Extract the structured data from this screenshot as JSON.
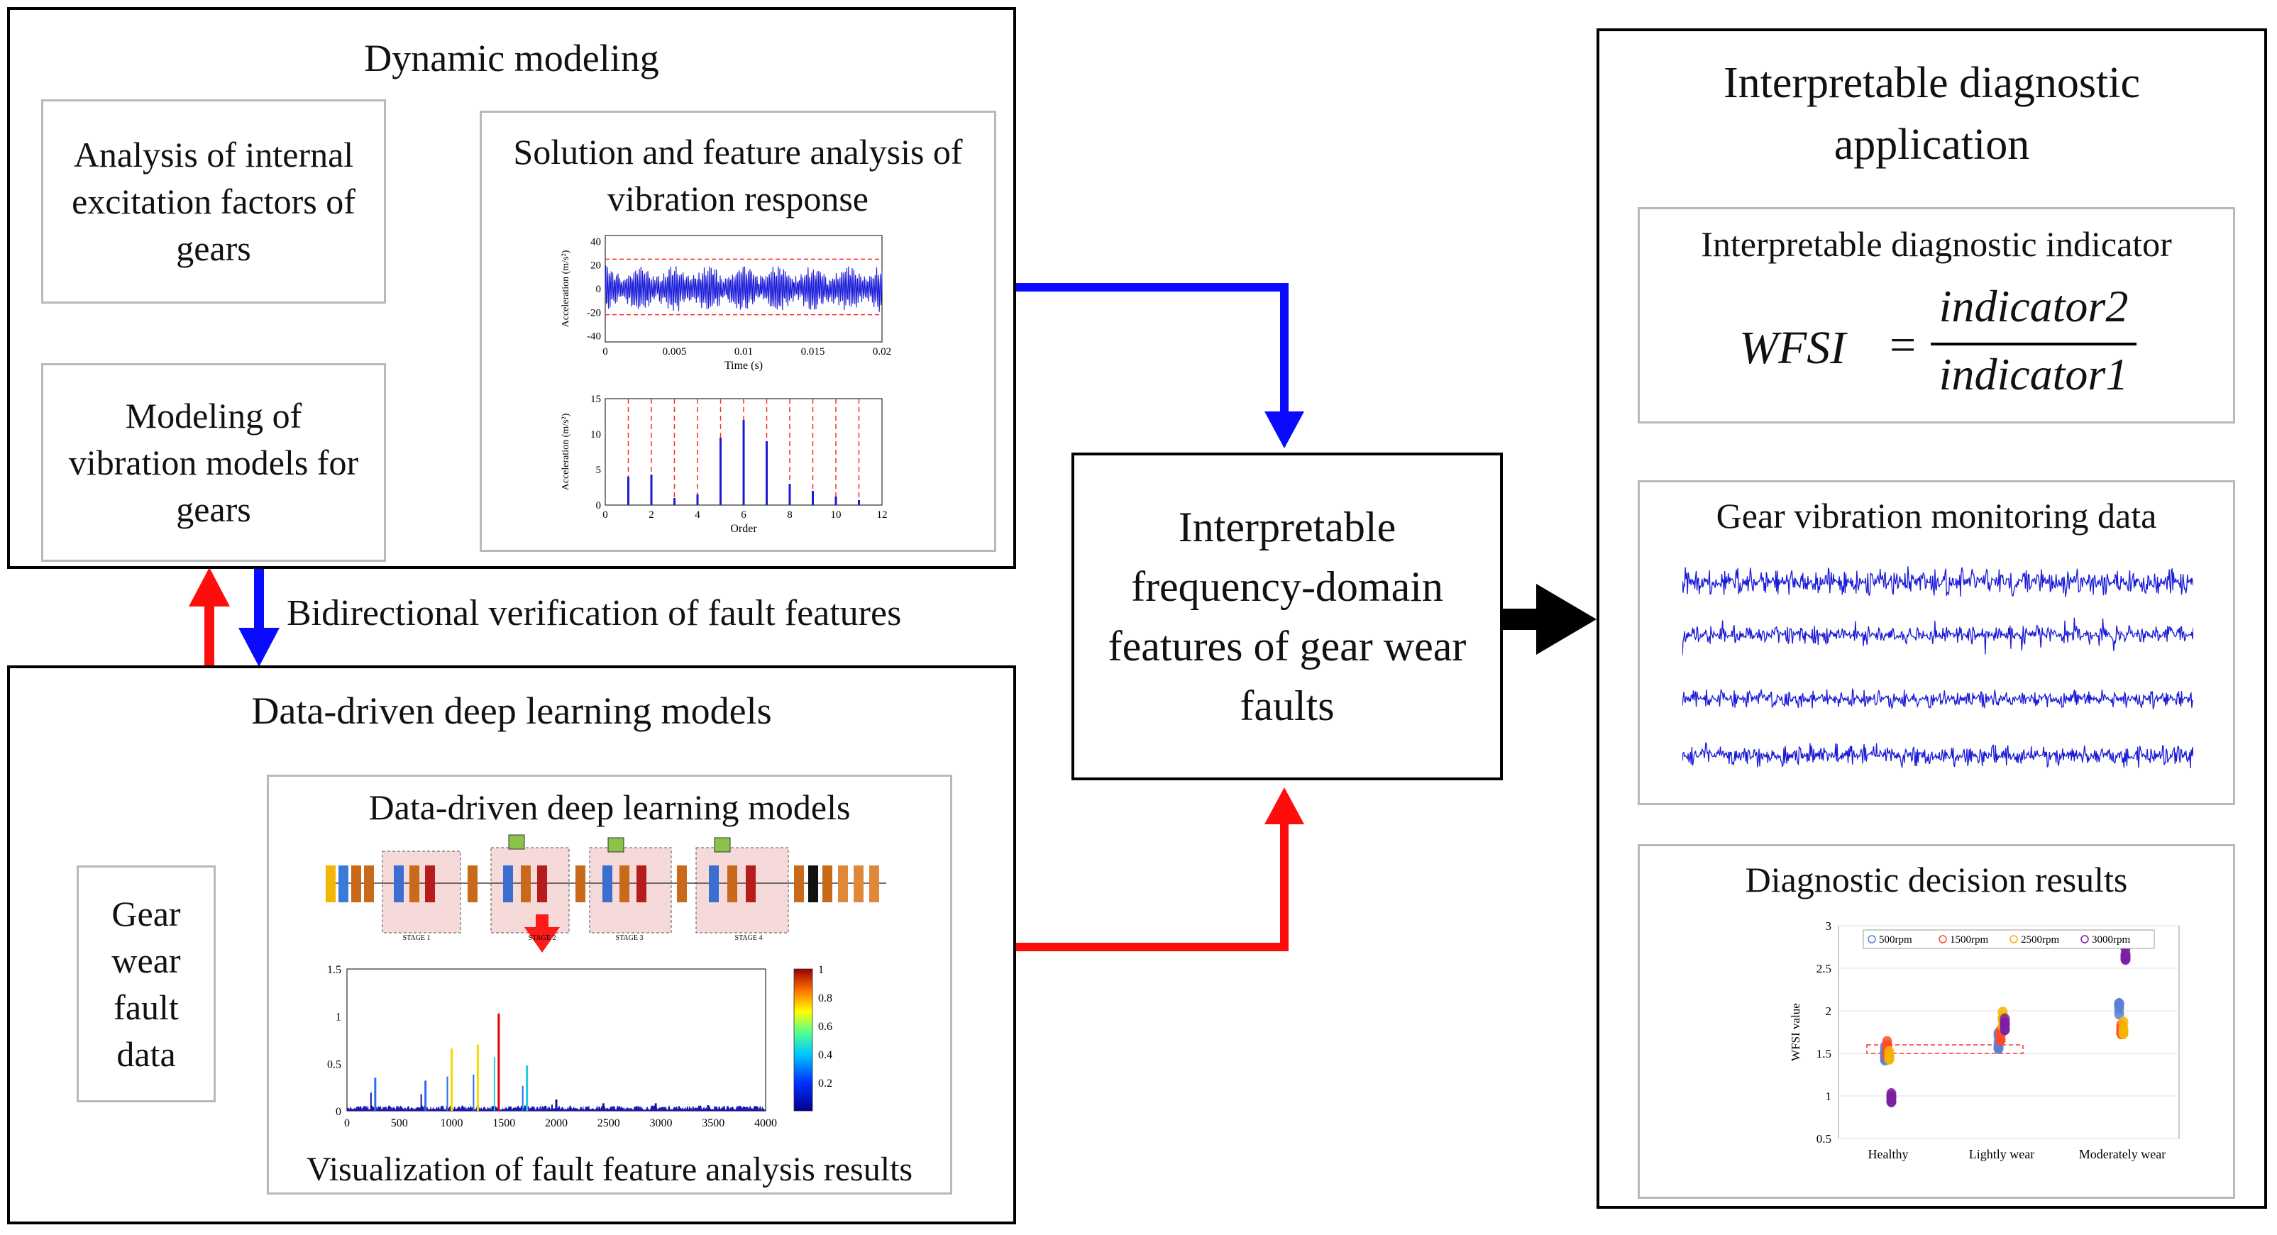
{
  "dynamic_modeling": {
    "title": "Dynamic modeling",
    "excitation_box": "Analysis of internal excitation factors of gears",
    "vibration_model_box": "Modeling of vibration models for gears",
    "solution_box": {
      "title": "Solution and feature analysis of vibration response",
      "time_plot": {
        "ylabel": "Acceleration (m/s²)",
        "xlabel": "Time (s)",
        "yticks": [
          "40",
          "20",
          "0",
          "-20",
          "-40"
        ],
        "xticks": [
          "0",
          "0.005",
          "0.01",
          "0.015",
          "0.02"
        ]
      },
      "order_plot": {
        "ylabel": "Acceleration (m/s²)",
        "xlabel": "Order",
        "yticks": [
          "15",
          "10",
          "5",
          "0"
        ],
        "xticks": [
          "0",
          "2",
          "4",
          "6",
          "8",
          "10",
          "12"
        ]
      }
    }
  },
  "bidirectional_label": "Bidirectional verification of fault features",
  "deep_learning": {
    "title": "Data-driven deep learning models",
    "data_box": "Gear wear fault data",
    "inner_title": "Data-driven deep learning models",
    "stage_labels": [
      "STAGE 1",
      "STAGE 2",
      "STAGE 3",
      "STAGE 4"
    ],
    "visualization_caption": "Visualization of fault feature analysis results",
    "spectrum": {
      "yticks": [
        "1.5",
        "1",
        "0.5",
        "0"
      ],
      "xticks": [
        "0",
        "500",
        "1000",
        "1500",
        "2000",
        "2500",
        "3000",
        "3500",
        "4000"
      ],
      "colorbar_ticks": [
        "1",
        "0.8",
        "0.6",
        "0.4",
        "0.2"
      ]
    }
  },
  "center_box": "Interpretable frequency-domain features of gear wear faults",
  "application": {
    "title": "Interpretable diagnostic application",
    "indicator_box_title": "Interpretable diagnostic indicator",
    "formula": {
      "lhs": "WFSI",
      "eq": "=",
      "numerator": "indicator2",
      "denominator": "indicator1"
    },
    "monitoring_title": "Gear vibration monitoring data",
    "decision_title": "Diagnostic decision results",
    "decision_chart": {
      "ylabel": "WFSI value",
      "yticks": [
        "3",
        "2.5",
        "2",
        "1.5",
        "1",
        "0.5"
      ],
      "categories": [
        "Healthy",
        "Lightly wear",
        "Moderately wear"
      ],
      "legend": [
        "500rpm",
        "1500rpm",
        "2500rpm",
        "3000rpm"
      ]
    }
  },
  "colors": {
    "blue": "#0a0aff",
    "red": "#ff0d0d",
    "black": "#000000",
    "gray": "#7a7a7a",
    "trace_blue": "#1a1ad8"
  },
  "chart_data": [
    {
      "type": "line",
      "title": "",
      "xlabel": "Time (s)",
      "ylabel": "Acceleration (m/s²)",
      "xlim": [
        0,
        0.02
      ],
      "ylim": [
        -45,
        45
      ],
      "series": [
        {
          "x_range": [
            0,
            0.02
          ],
          "amplitude_range": [
            -20,
            25
          ],
          "periodic_bands": 8
        }
      ],
      "reference_lines": [
        25,
        -22
      ]
    },
    {
      "type": "bar",
      "title": "",
      "xlabel": "Order",
      "ylabel": "Acceleration (m/s²)",
      "xlim": [
        0,
        12
      ],
      "ylim": [
        0,
        15
      ],
      "x": [
        1,
        2,
        3,
        4,
        5,
        6,
        7,
        8,
        9,
        10,
        11
      ],
      "values": [
        4,
        4.3,
        1,
        1.5,
        9.5,
        12,
        9,
        3,
        2,
        1.2,
        0.7
      ],
      "reference_lines_x": [
        1,
        2,
        3,
        4,
        5,
        6,
        7,
        8,
        9,
        10,
        11
      ]
    },
    {
      "type": "line",
      "title": "",
      "xlabel": "",
      "ylabel": "",
      "xlim": [
        0,
        4000
      ],
      "ylim": [
        0,
        1.5
      ],
      "peaks": [
        {
          "x": 270,
          "y": 0.35
        },
        {
          "x": 750,
          "y": 0.32
        },
        {
          "x": 1000,
          "y": 0.66
        },
        {
          "x": 1250,
          "y": 0.7
        },
        {
          "x": 1450,
          "y": 1.03
        },
        {
          "x": 1720,
          "y": 0.48
        },
        {
          "x": 2000,
          "y": 0.12
        },
        {
          "x": 2450,
          "y": 0.08
        },
        {
          "x": 2950,
          "y": 0.08
        },
        {
          "x": 3450,
          "y": 0.06
        },
        {
          "x": 3900,
          "y": 0.05
        }
      ],
      "colorbar": [
        0,
        1
      ]
    },
    {
      "type": "scatter",
      "title": "",
      "xlabel": "",
      "ylabel": "WFSI value",
      "categories": [
        "Healthy",
        "Lightly wear",
        "Moderately wear"
      ],
      "ylim": [
        0.5,
        3
      ],
      "series": [
        {
          "name": "500rpm",
          "values": [
            1.5,
            1.65,
            2.0
          ]
        },
        {
          "name": "1500rpm",
          "values": [
            1.55,
            1.7,
            1.75
          ]
        },
        {
          "name": "2500rpm",
          "values": [
            1.5,
            1.9,
            1.8
          ]
        },
        {
          "name": "3000rpm",
          "values": [
            0.95,
            1.85,
            2.65
          ]
        }
      ],
      "threshold_band": [
        1.5,
        1.6
      ]
    }
  ]
}
